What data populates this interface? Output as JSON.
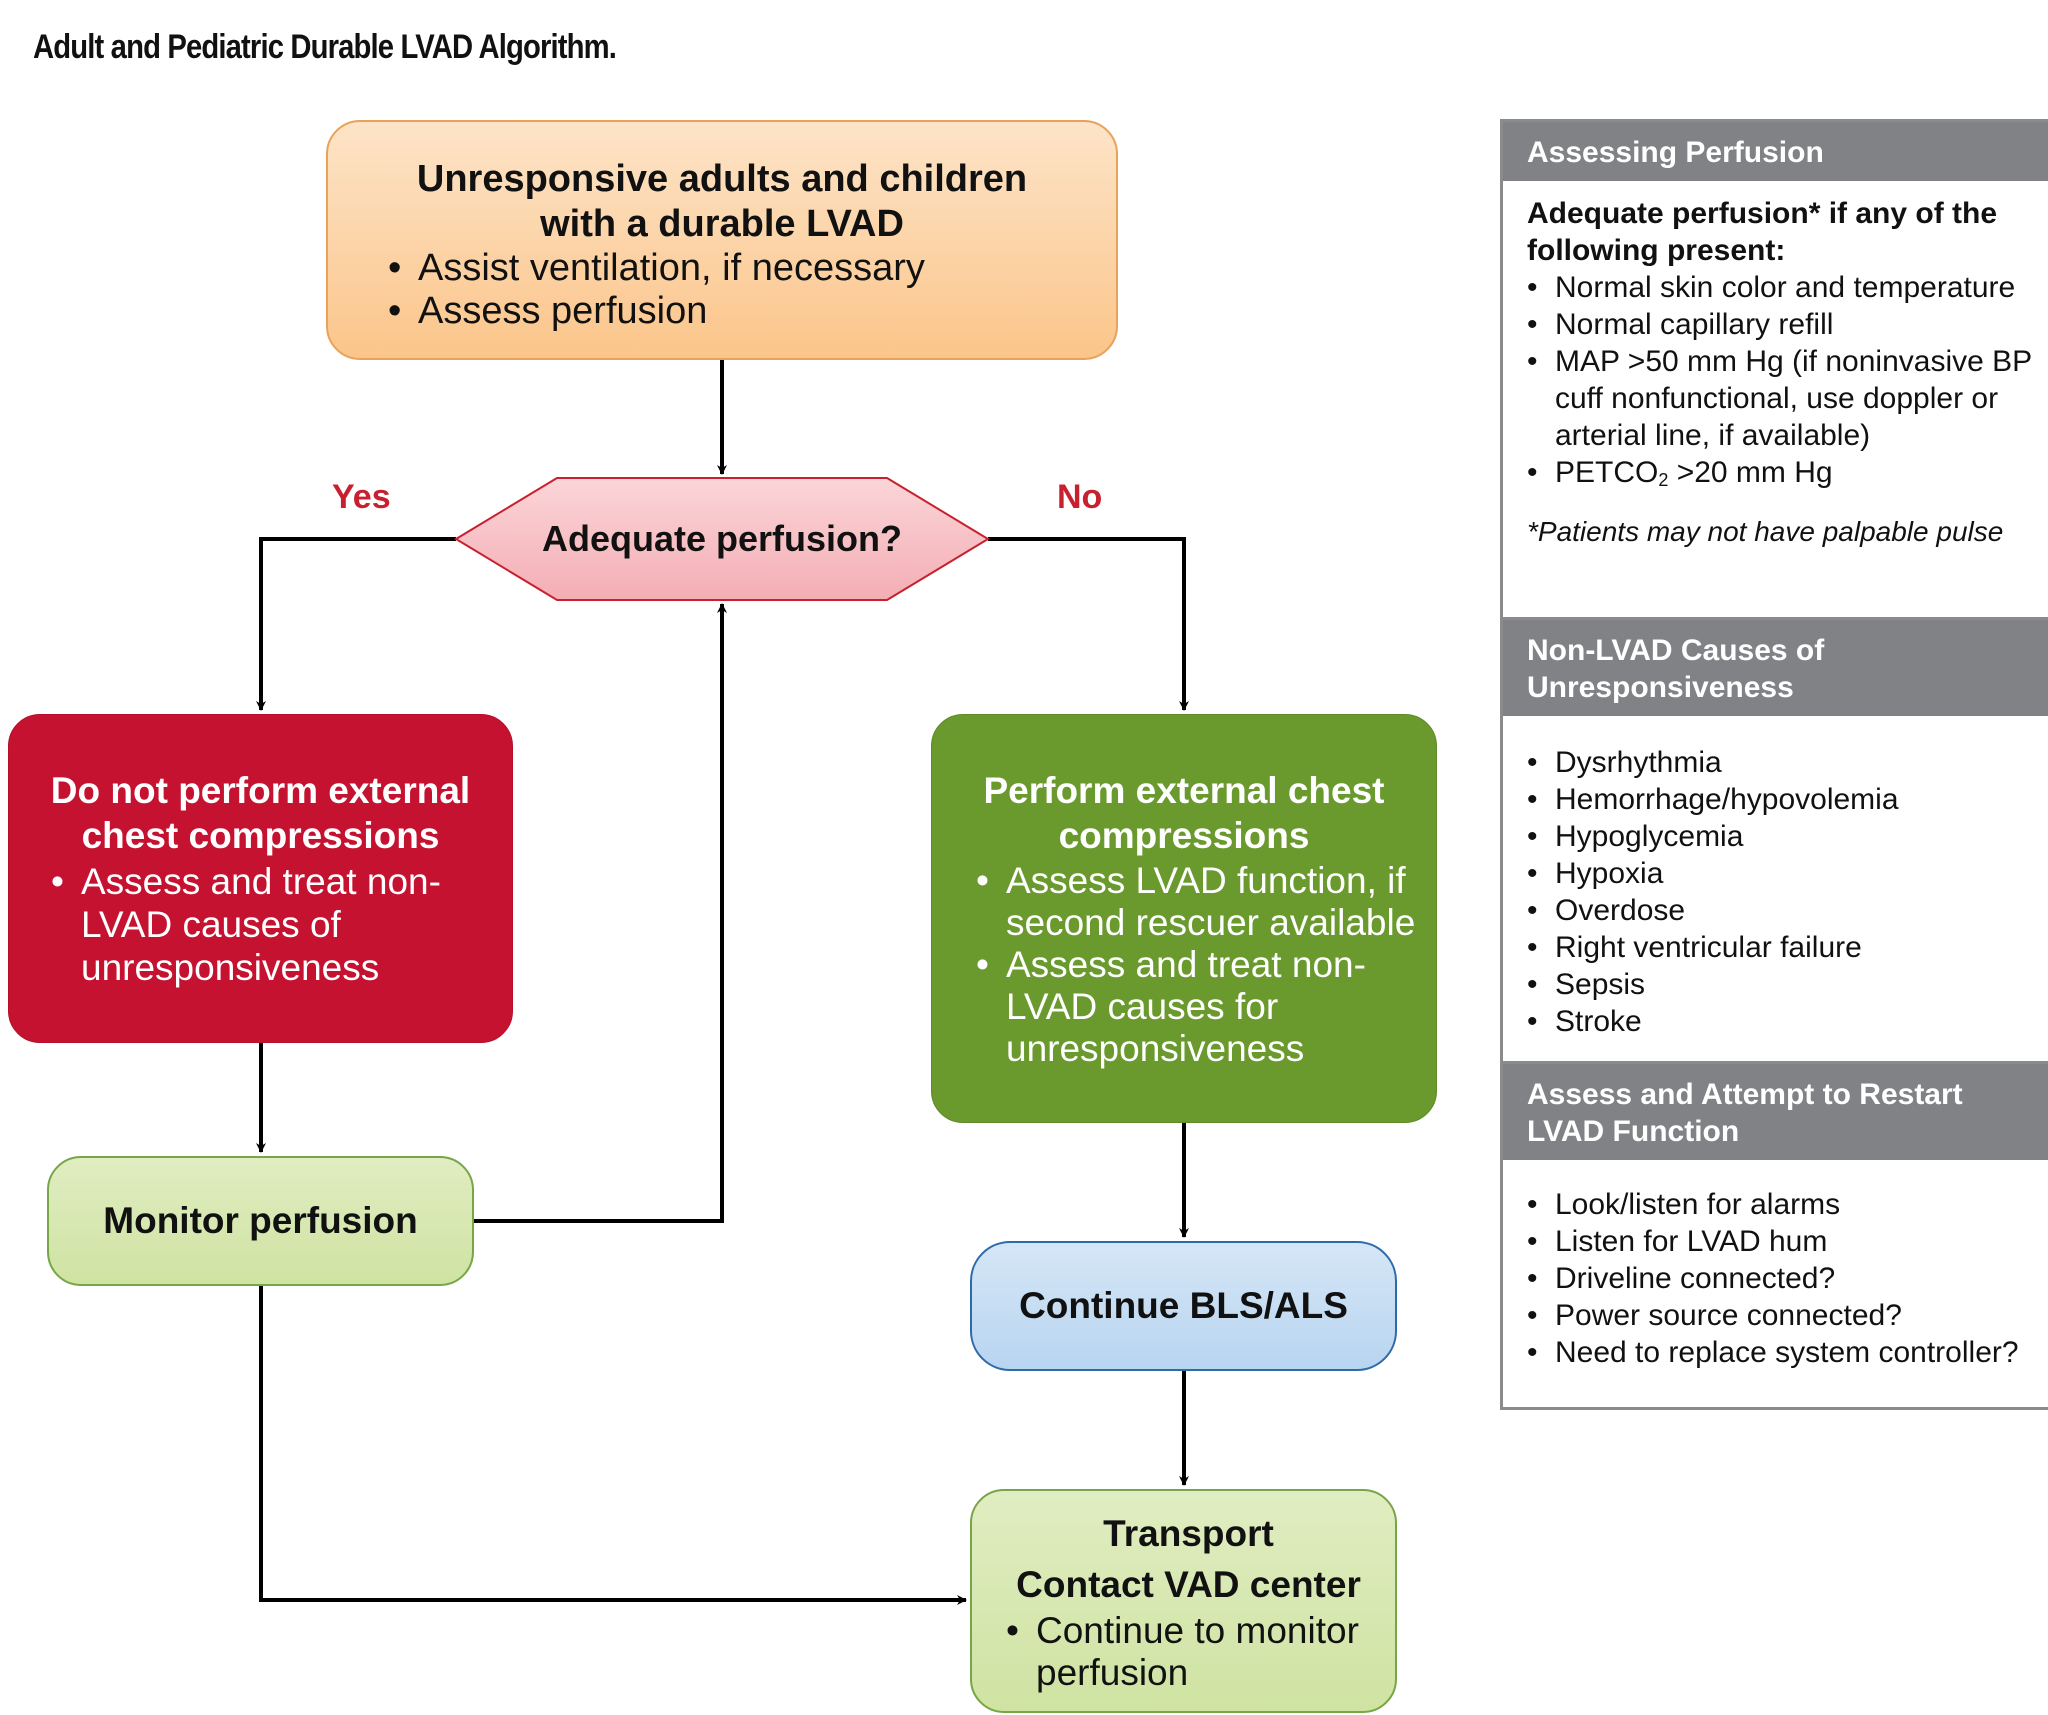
{
  "title": "Adult and Pediatric Durable LVAD Algorithm.",
  "colors": {
    "start_fill": "#fbc58a",
    "decision_fill": "#f6b9bf",
    "decision_border": "#c8202f",
    "no_compress_fill": "#c41230",
    "compress_fill": "#6a9a2e",
    "monitor_fill": "#d8e9b3",
    "bls_fill": "#c6def4",
    "panel_header": "#808285",
    "branch_label": "#c8202f"
  },
  "flow": {
    "start": {
      "heading_line1": "Unresponsive adults and children",
      "heading_line2": "with a durable LVAD",
      "bullets": [
        "Assist ventilation, if necessary",
        "Assess perfusion"
      ]
    },
    "decision": {
      "label": "Adequate perfusion?",
      "yes": "Yes",
      "no": "No"
    },
    "no_compressions": {
      "heading": "Do not perform external chest compressions",
      "bullets": [
        "Assess and treat non-LVAD causes of unresponsiveness"
      ]
    },
    "compressions": {
      "heading": "Perform external chest compressions",
      "bullets": [
        "Assess LVAD function, if second rescuer available",
        "Assess and treat non-LVAD causes for unresponsiveness"
      ]
    },
    "monitor": {
      "label": "Monitor perfusion"
    },
    "bls": {
      "label": "Continue BLS/ALS"
    },
    "transport": {
      "heading_line1": "Transport",
      "heading_line2": "Contact VAD center",
      "bullets": [
        "Continue to monitor perfusion"
      ]
    }
  },
  "panel": {
    "assessing": {
      "header": "Assessing Perfusion",
      "lead": "Adequate perfusion* if any of the following present:",
      "bullets": [
        "Normal skin color and temperature",
        "Normal capillary refill",
        "MAP >50 mm Hg (if noninvasive BP cuff nonfunctional, use doppler or arterial line, if available)"
      ],
      "petco2_prefix": "PETCO",
      "petco2_sub": "2",
      "petco2_suffix": " >20 mm Hg",
      "note": "*Patients may not have palpable pulse"
    },
    "causes": {
      "header": "Non-LVAD Causes of Unresponsiveness",
      "bullets": [
        "Dysrhythmia",
        "Hemorrhage/hypovolemia",
        "Hypoglycemia",
        "Hypoxia",
        "Overdose",
        "Right ventricular failure",
        "Sepsis",
        "Stroke"
      ]
    },
    "restart": {
      "header": "Assess and Attempt to Restart LVAD Function",
      "bullets": [
        "Look/listen for alarms",
        "Listen for LVAD hum",
        "Driveline connected?",
        "Power source connected?",
        "Need to replace system controller?"
      ]
    }
  }
}
